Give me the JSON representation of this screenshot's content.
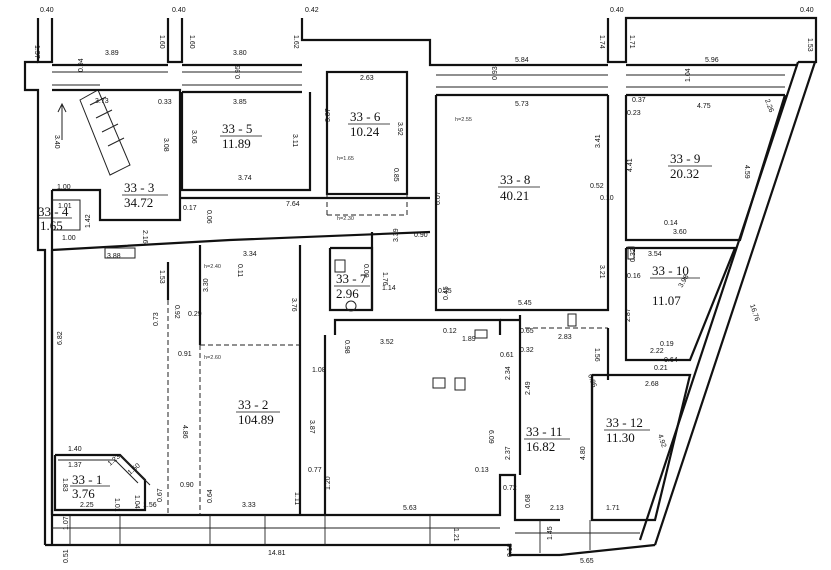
{
  "rooms": [
    {
      "id": "33 - 1",
      "area": "3.76"
    },
    {
      "id": "33 - 2",
      "area": "104.89"
    },
    {
      "id": "33 - 3",
      "area": "34.72"
    },
    {
      "id": "33 - 4",
      "area": "1.65"
    },
    {
      "id": "33 - 5",
      "area": "11.89"
    },
    {
      "id": "33 - 6",
      "area": "10.24"
    },
    {
      "id": "33 - 7",
      "area": "2.96"
    },
    {
      "id": "33 - 8",
      "area": "40.21"
    },
    {
      "id": "33 - 9",
      "area": "20.32"
    },
    {
      "id": "33 - 10",
      "area": "11.07"
    },
    {
      "id": "33 - 11",
      "area": "16.82"
    },
    {
      "id": "33 - 12",
      "area": "11.30"
    }
  ],
  "dimensions": [
    "0.40",
    "0.40",
    "0.42",
    "0.40",
    "0.40",
    "1.57",
    "1.60",
    "1.60",
    "1.62",
    "1.74",
    "1.71",
    "1.53",
    "3.89",
    "3.80",
    "5.84",
    "5.96",
    "0.94",
    "0.95",
    "0.93",
    "1.04",
    "3.73",
    "0.33",
    "3.85",
    "2.63",
    "5.73",
    "4.75",
    "0.37",
    "0.23",
    "2.26",
    "3.40",
    "3.08",
    "3.06",
    "3.11",
    "3.87",
    "3.92",
    "3.41",
    "4.41",
    "4.59",
    "3.74",
    "0.85",
    "0.52",
    "0.10",
    "6.07",
    "1.00",
    "1.01",
    "1.42",
    "2.16",
    "0.17",
    "0.06",
    "7.64",
    "0.14",
    "3.60",
    "1.00",
    "0.90",
    "3.39",
    "3.88",
    "0.11",
    "3.34",
    "0.09",
    "1.76",
    "3.21",
    "3.54",
    "0.16",
    "0.32",
    "3.98",
    "1.53",
    "3.30",
    "3.76",
    "1.14",
    "0.25",
    "0.45",
    "5.45",
    "0.92",
    "0.29",
    "0.73",
    "6.82",
    "0.91",
    "0.98",
    "3.52",
    "0.12",
    "1.89",
    "0.61",
    "0.65",
    "0.32",
    "2.83",
    "1.56",
    "2.87",
    "2.22",
    "0.19",
    "0.64",
    "0.21",
    "16.76",
    "1.08",
    "2.34",
    "2.49",
    "0.86",
    "2.68",
    "4.86",
    "3.87",
    "6.09",
    "4.80",
    "4.92",
    "0.77",
    "0.13",
    "2.37",
    "1.40",
    "1.37",
    "1.83",
    "1.23",
    "1.50",
    "0.90",
    "1.20",
    "0.72",
    "2.25",
    "1.01",
    "1.04",
    "1.56",
    "0.67",
    "0.64",
    "3.33",
    "1.11",
    "5.63",
    "0.68",
    "2.13",
    "1.71",
    "1.07",
    "1.21",
    "1.45",
    "0.51",
    "14.81",
    "0.18",
    "5.65"
  ],
  "heights": [
    "h=2.55",
    "h=1.65",
    "h=2.30",
    "h=2.40",
    "h=2.60"
  ]
}
